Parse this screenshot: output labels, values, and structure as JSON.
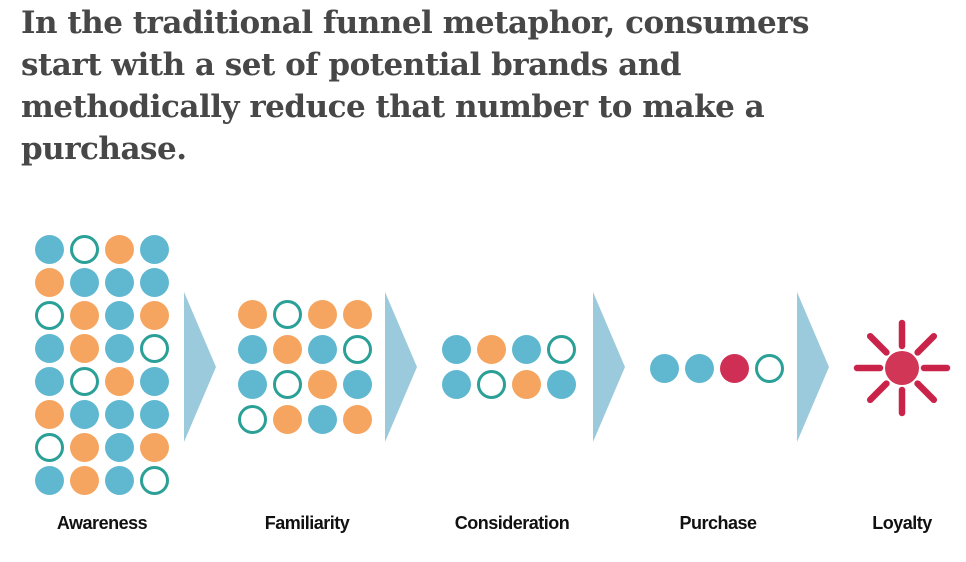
{
  "title": {
    "full_text": "In the traditional funnel metaphor, consumers start with a set of potential brands and methodically reduce that number to make a purchase.",
    "lines": [
      "In the traditional funnel metaphor, consumers",
      "start with a set of potential brands and",
      "methodically reduce that number to make a",
      "purchase."
    ]
  },
  "colors": {
    "teal": "#5fb8cf",
    "orange": "#f5a55f",
    "ring": "#2aa096",
    "red": "#cf2f55",
    "arrow": "#9ccadd",
    "burst_rays": "#c9234a",
    "burst_circle": "#d23656",
    "title_text": "#474747",
    "label_text": "#111111"
  },
  "funnel": {
    "stages": [
      {
        "label": "Awareness",
        "type": "dots",
        "dot_count": 32,
        "rows": [
          [
            "teal",
            "ring",
            "orange",
            "teal"
          ],
          [
            "orange",
            "teal",
            "teal",
            "teal"
          ],
          [
            "ring",
            "orange",
            "teal",
            "orange"
          ],
          [
            "teal",
            "orange",
            "teal",
            "ring"
          ],
          [
            "teal",
            "ring",
            "orange",
            "teal"
          ],
          [
            "orange",
            "teal",
            "teal",
            "teal"
          ],
          [
            "ring",
            "orange",
            "teal",
            "orange"
          ],
          [
            "teal",
            "orange",
            "teal",
            "ring"
          ]
        ]
      },
      {
        "label": "Familiarity",
        "type": "dots",
        "dot_count": 16,
        "rows": [
          [
            "orange",
            "ring",
            "orange",
            "orange"
          ],
          [
            "teal",
            "orange",
            "teal",
            "ring"
          ],
          [
            "teal",
            "ring",
            "orange",
            "teal"
          ],
          [
            "ring",
            "orange",
            "teal",
            "orange"
          ]
        ]
      },
      {
        "label": "Consideration",
        "type": "dots",
        "dot_count": 8,
        "rows": [
          [
            "teal",
            "orange",
            "teal",
            "ring"
          ],
          [
            "teal",
            "ring",
            "orange",
            "teal"
          ]
        ]
      },
      {
        "label": "Purchase",
        "type": "dots",
        "dot_count": 4,
        "rows": [
          [
            "teal",
            "teal",
            "red",
            "ring"
          ]
        ]
      },
      {
        "label": "Loyalty",
        "type": "burst",
        "dot_count": 1,
        "rows": []
      }
    ],
    "arrow_count": 4
  }
}
